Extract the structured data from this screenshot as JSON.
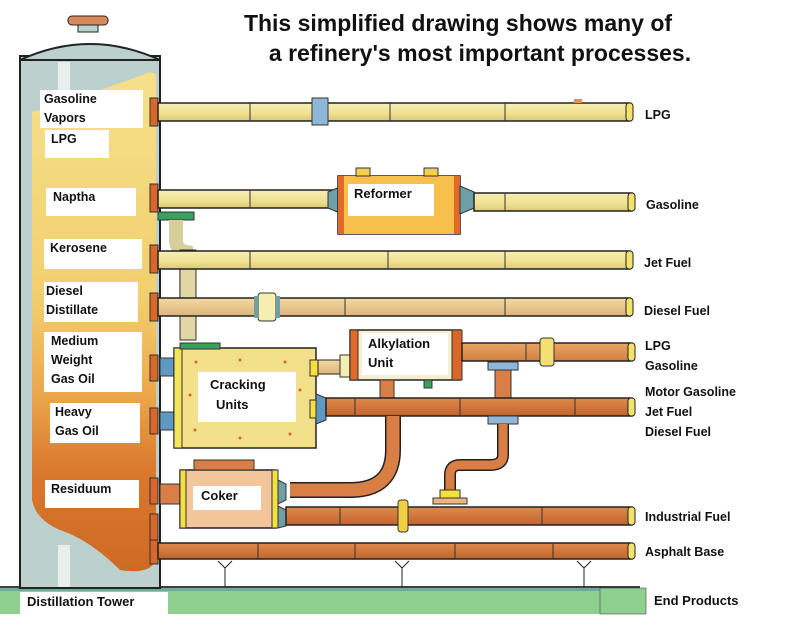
{
  "title": {
    "line1": "This simplified drawing shows many of",
    "line2": "a refinery's most important processes."
  },
  "tower": {
    "label": "Distillation Tower",
    "fractions": [
      {
        "line1": "Gasoline",
        "line2": "Vapors"
      },
      {
        "line1": "LPG"
      },
      {
        "line1": "Naptha"
      },
      {
        "line1": "Kerosene"
      },
      {
        "line1": "Diesel",
        "line2": "Distillate"
      },
      {
        "line1": "Medium",
        "line2": "Weight",
        "line3": "Gas Oil"
      },
      {
        "line1": "Heavy",
        "line2": "Gas Oil"
      },
      {
        "line1": "Residuum"
      }
    ]
  },
  "units": {
    "reformer": "Reformer",
    "alkylation": {
      "line1": "Alkylation",
      "line2": "Unit"
    },
    "cracking": {
      "line1": "Cracking",
      "line2": "Units"
    },
    "coker": "Coker"
  },
  "end_products": {
    "label": "End Products",
    "items": [
      {
        "line1": "LPG"
      },
      {
        "line1": "Gasoline"
      },
      {
        "line1": "Jet Fuel"
      },
      {
        "line1": "Diesel Fuel"
      },
      {
        "line1": "LPG",
        "line2": "Gasoline"
      },
      {
        "line1": "Motor Gasoline",
        "line2": "Jet Fuel",
        "line3": "Diesel Fuel"
      },
      {
        "line1": "Industrial Fuel"
      },
      {
        "line1": "Asphalt Base"
      }
    ]
  },
  "colors": {
    "light_fraction": "#f2df86",
    "heavy_fraction": "#d9782e",
    "vapor": "#bccfcf",
    "ground": "#8fcf8f",
    "pipe_light": "#f1e79a",
    "pipe_medium": "#e9c98a",
    "pipe_heavy": "#d97f45",
    "valve_blue": "#8fb8d8",
    "flange": "#d96a2a"
  }
}
